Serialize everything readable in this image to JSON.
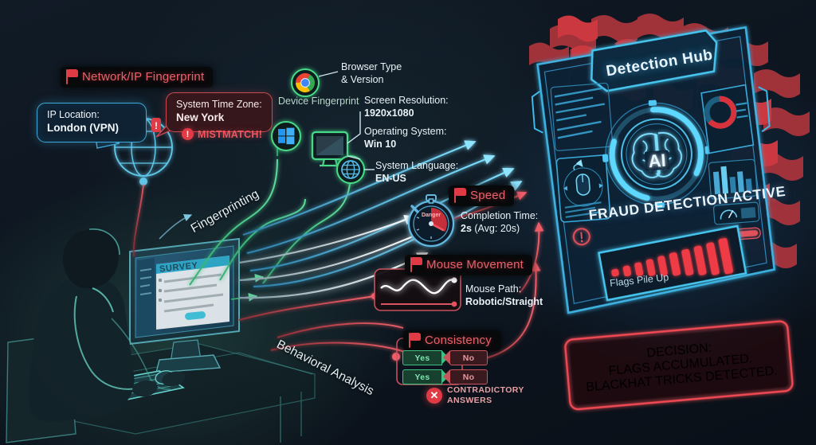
{
  "title": "Fraud Detection Infographic",
  "background_color": "#0f1a24",
  "network": {
    "chip_label": "Network/IP Fingerprint",
    "ip_key": "IP Location:",
    "ip_value": "London (VPN)",
    "tz_key": "System Time Zone:",
    "tz_value": "New York",
    "mismatch_label": "MISTMATCH!",
    "mismatch_icon": "exclamation-circle-icon",
    "globe_icon": "globe-icon"
  },
  "device": {
    "section_label": "Device Fingerprint",
    "browser_key": "Browser Type",
    "browser_key2": "& Version",
    "browser_icon": "chrome-icon",
    "os_icon": "windows-icon",
    "monitor_icon": "monitor-icon",
    "language_icon": "globe-icon",
    "resolution_key": "Screen Resolution:",
    "resolution_value": "1920x1080",
    "os_key": "Operating System:",
    "os_value": "Win 10",
    "language_key": "System Language:",
    "language_value": "EN-US"
  },
  "speed": {
    "chip_label": "Speed",
    "stopwatch_icon": "stopwatch-icon",
    "dial_label": "Danger",
    "time_key": "Completion Time:",
    "time_value": "2s",
    "time_avg": "(Avg: 20s)"
  },
  "mouse": {
    "chip_label": "Mouse Movement",
    "path_key": "Mouse Path:",
    "path_value": "Robotic/Straight",
    "wave_icon": "wavy-path-icon",
    "straight_icon": "straight-path-icon"
  },
  "consistency": {
    "chip_label": "Consistency",
    "rows": [
      {
        "yes": "Yes",
        "no": "No"
      },
      {
        "yes": "Yes",
        "no": "No"
      }
    ],
    "alert_icon": "x-circle-icon",
    "alert_line1": "CONTRADICTORY",
    "alert_line2": "ANSWERS"
  },
  "flows": {
    "fingerprinting": "Fingerprinting",
    "behavioral": "Behavioral Analysis"
  },
  "scene": {
    "survey_label": "SURVEY",
    "person_icon": "person-at-desk-icon",
    "monitor_icon": "desktop-monitor-icon",
    "keyboard_icon": "keyboard-icon",
    "chair_icon": "office-chair-icon"
  },
  "hub": {
    "title": "Detection Hub",
    "ai_label": "AI",
    "brain_icon": "ai-brain-icon",
    "alert_icon": "exclamation-circle-icon",
    "status": "FRAUD DETECTION ACTIVE",
    "meter_caption": "Flags Pile Up",
    "meter_bars": 10,
    "donut_icon": "donut-chart-icon",
    "bars_icon": "bar-chart-icon",
    "gauge_icon": "gauge-icon",
    "mouse_track_icon": "mouse-tracking-icon",
    "flag_icon": "red-flag-icon",
    "flag_count": 22
  },
  "decision": {
    "line1": "DECISION:",
    "line2": "FLAGS ACCUMULATED.",
    "line3": "BLACKHAT TRICKS DETECTED."
  },
  "colors": {
    "accent_cyan": "#49c8f0",
    "accent_green": "#49d98a",
    "danger_red": "#e03b45",
    "panel_dark": "#0f1a24"
  }
}
